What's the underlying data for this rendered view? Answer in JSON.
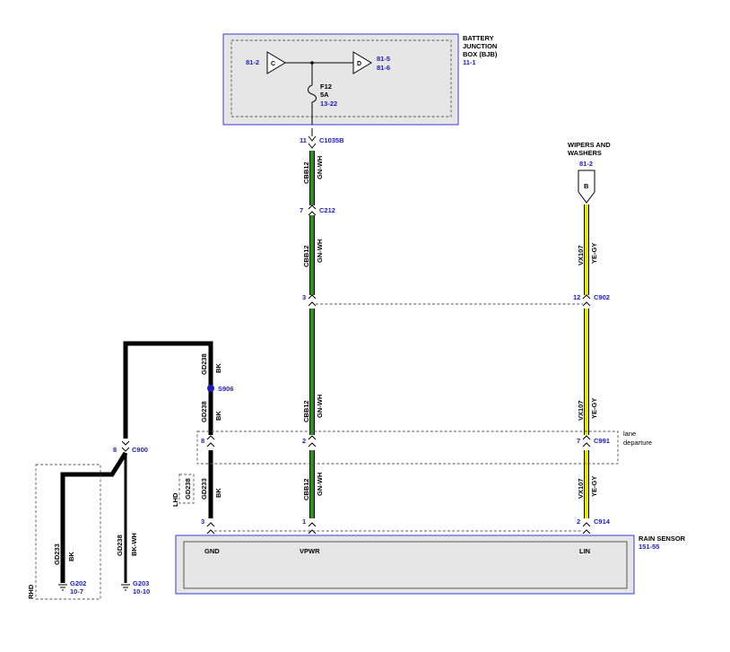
{
  "bjb": {
    "name": "BATTERY\nJUNCTION\nBOX (BJB)",
    "ref": "11-1",
    "node_c": {
      "label": "C",
      "ref": "81-2"
    },
    "node_d": {
      "label": "D",
      "ref": "81-5\n81-6"
    },
    "fuse": {
      "name": "F12",
      "rating": "5A",
      "ref": "13-22"
    }
  },
  "wipers": {
    "name": "WIPERS AND\nWASHERS",
    "ref": "81-2",
    "pin": "B"
  },
  "rain_sensor": {
    "name": "RAIN SENSOR",
    "ref": "151-55",
    "pins": {
      "gnd": "GND",
      "vpwr": "VPWR",
      "lin": "LIN"
    }
  },
  "lane_departure": {
    "label": "lane\ndeparture"
  },
  "connectors": {
    "c1035b": {
      "name": "C1035B",
      "pin": "11"
    },
    "c212": {
      "name": "C212",
      "pin": "7"
    },
    "c902": {
      "name": "C902",
      "pin_left": "3",
      "pin_right": "12"
    },
    "c991": {
      "name": "C991",
      "pin_a": "8",
      "pin_b": "2",
      "pin_c": "7"
    },
    "c914": {
      "name": "C914",
      "pin_a": "3",
      "pin_b": "1",
      "pin_c": "2"
    },
    "c900": {
      "name": "C900",
      "pin": "8"
    }
  },
  "splice": {
    "name": "S906"
  },
  "grounds": {
    "g202": {
      "name": "G202",
      "ref": "10-7"
    },
    "g203": {
      "name": "G203",
      "ref": "10-10"
    }
  },
  "variants": {
    "rhd": "RHD",
    "lhd": "LHD"
  },
  "circuits": {
    "cbb12": {
      "id": "CBB12",
      "color": "GN-WH"
    },
    "vx107": {
      "id": "VX107",
      "color": "YE-GY"
    },
    "gd238": {
      "id": "GD238",
      "color": "BK"
    },
    "gd233": {
      "id": "GD233",
      "color": "BK"
    },
    "gd238_bkwh": {
      "id": "GD238",
      "color": "BK-WH"
    }
  },
  "colors": {
    "green_wire": "#2f8f1f",
    "yellow_wire": "#e6e600",
    "ref_blue": "#1c1cbd",
    "frame_blue": "#3a3ad0"
  }
}
